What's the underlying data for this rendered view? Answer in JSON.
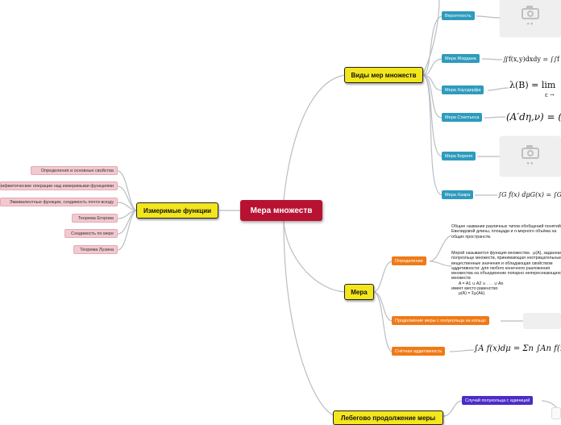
{
  "central": "Мера множеств",
  "branches": {
    "types": {
      "title": "Виды мер множеств",
      "items": [
        "Вероятность",
        "Мера Жордана",
        "Мера Хаусдорфа",
        "Мера Стилтьеса",
        "Мера Бореля",
        "Мера Хаара"
      ],
      "formulas": {
        "jordan": "∬f(x,y)dxdy = ∫∫f",
        "hausdorff": "λ(B) = lim",
        "hausdorff_sub": "ε →",
        "stieltjes": "(A′dη,ν) = (",
        "haar": "∫G f(x) dμG(x) = ∫G"
      }
    },
    "measurable": {
      "title": "Измеримые функции",
      "items": [
        "Определения и основные свойства",
        "Арифметические операции над измеримыми функциями",
        "Эквивалентные функции, сходимость почти всюду",
        "Теорема Егорова",
        "Сходимость по мере",
        "Теорема Лузина"
      ]
    },
    "measure": {
      "title": "Мера",
      "items": [
        "Определение",
        "Продолжение меры с полукольца на кольцо",
        "Счётная аддитивность"
      ],
      "general_note": "Общее название различных типов обобщений понятий\nЕвклидовой длины, площади и n-мерного объёма на\nобщих пространств.",
      "definition_note": "Мерой называется функция множества   μ(A), заданная на\nполукольце множеств, принимающая неотрицательные\nвещественные значения и обладающая свойством\nаддитивности: для любого конечного разложения\nмножества на объединение попарно непересекающихся\nмножеств\n      A = A1 ∪ A2 ∪ . . . ∪ An\nимеет место равенство\n      μ(A) = Σμ(Ak).",
      "countable_formula": "∫A f(x)dμ = Σn ∫An f(x)dμ"
    },
    "lebesgue": {
      "title": "Лебегово продолжение меры",
      "items": [
        "Случай полукольца с единицей"
      ]
    }
  },
  "colors": {
    "central": "#b81232",
    "main": "#f3e61c",
    "types_sub": "#2e9bbd",
    "measurable_sub": "#f2c9cf",
    "measure_sub": "#f07a16",
    "lebesgue_sub": "#4c2cc8",
    "link": "#b9bec4"
  },
  "icons": [
    "image-placeholder-icon"
  ]
}
